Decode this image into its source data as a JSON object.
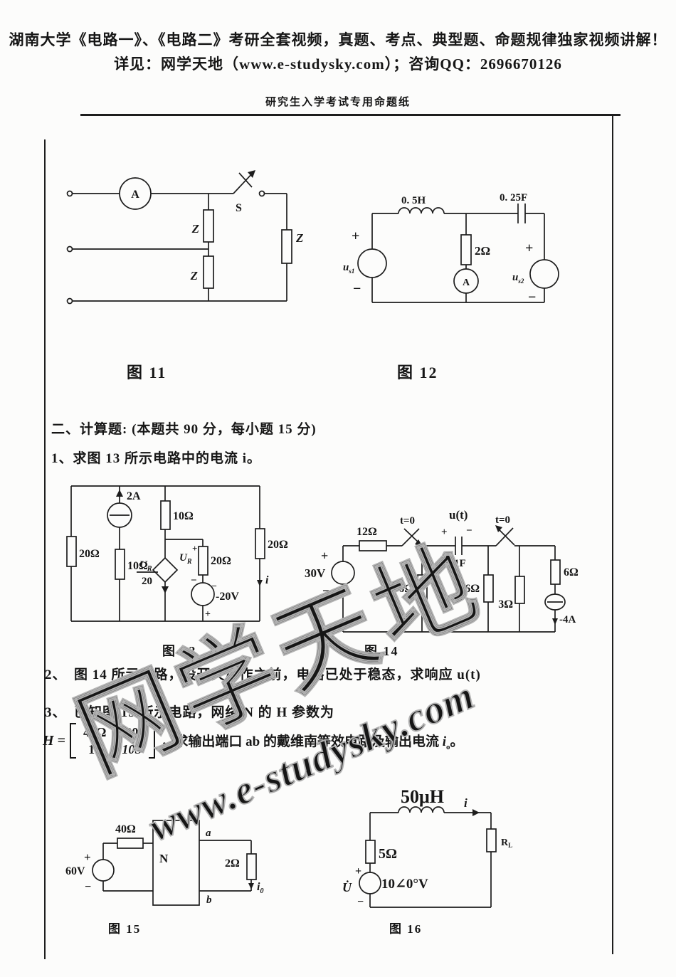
{
  "page": {
    "header_line1": "湖南大学《电路一》、《电路二》考研全套视频，真题、考点、典型题、命题规律独家视频讲解！",
    "header_line2": "详见：网学天地（www.e-studysky.com）；咨询QQ：2696670126",
    "sheet_title": "研究生入学考试专用命题纸"
  },
  "watermark": {
    "cn": "网学天地",
    "url": "www.e-studysky.com",
    "color": "#b2b2b2"
  },
  "signs": {
    "plus": "+",
    "minus": "−"
  },
  "questions": {
    "section_heading": "二、计算题: (本题共 90 分，每小题 15 分)",
    "q1": "1、求图 13 所示电路中的电流 i。",
    "q2": "2、　图 14 所示电路，设开关动作之前，电路已处于稳态，求响应 u(t)",
    "q3": "3、　已知图 15 所示电路，网络 N 的 H 参数为",
    "matrix": {
      "lhs": "H =",
      "r1c1": "40Ω",
      "r1c2": "20",
      "r2c1": "10",
      "r2c2": "10S"
    },
    "q3_suffix": "，求输出端口 ab 的戴维南等效电路及输出电流 ",
    "q3_current_sym": "i",
    "q3_current_sub": "o",
    "q3_end": "。"
  },
  "fig11": {
    "caption": "图 11",
    "ammeter": "A",
    "switch": "S",
    "z_upper": "Z",
    "z_lower": "Z",
    "z_right": "Z"
  },
  "fig12": {
    "caption": "图 12",
    "inductor": "0. 5H",
    "capacitor": "0. 25F",
    "resistor": "2Ω",
    "ammeter": "A",
    "src_left_sym": "u",
    "src_left_sub": "s1",
    "src_right_sym": "u",
    "src_right_sub": "s2"
  },
  "fig13": {
    "caption": "图 13",
    "isrc": "2A",
    "r_left": "20Ω",
    "r_b2": "10Ω",
    "r_b3": "10Ω",
    "dep_num_sym": "U",
    "dep_num_sub": "R",
    "dep_den": "20",
    "ur_sym": "U",
    "ur_sub": "R",
    "r_b4": "20Ω",
    "vsrc": "-20V",
    "r_right": "20Ω",
    "current": "i"
  },
  "fig14": {
    "caption": "图 14",
    "vsrc": "30V",
    "r1": "12Ω",
    "sw1": "t=0",
    "sw2": "t=0",
    "cap_u": "u(t)",
    "cap_f": "0. 1F",
    "r2": "6Ω",
    "r3": "6Ω",
    "r4": "3Ω",
    "r5": "6Ω",
    "isrc": "-4A"
  },
  "fig15": {
    "caption": "图 15",
    "r1": "40Ω",
    "vsrc": "60V",
    "network": "N",
    "term_a": "a",
    "term_b": "b",
    "r2": "2Ω",
    "current_sym": "i",
    "current_sub": "0"
  },
  "fig16": {
    "caption": "图 16",
    "inductor": "50μH",
    "current": "i",
    "rl_sym": "R",
    "rl_sub": "L",
    "r": "5Ω",
    "u_sym": "U̇",
    "vsrc": "10∠0°V"
  }
}
